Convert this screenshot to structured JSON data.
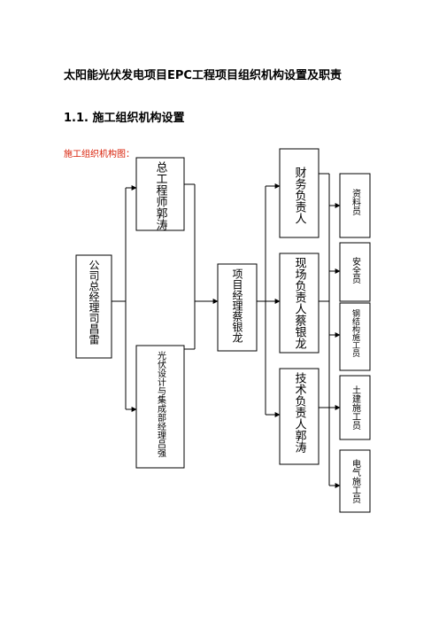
{
  "document": {
    "title": "太阳能光伏发电项目EPC工程项目组织机构设置及职责",
    "section_heading": "1.1.  施工组织机构设置",
    "chart_caption": "施工组织机构图："
  },
  "org_chart": {
    "nodes": {
      "company_gm": "公司总经理司昌雷",
      "chief_engineer": "总工程师郭涛",
      "pv_design_manager": "光伏设计与集成部经理吕强",
      "project_manager": "项目经理蔡银龙",
      "finance_lead": "财务负责人",
      "site_lead": "现场负责人蔡银龙",
      "tech_lead": "技术负责人郭涛",
      "document_clerk": "资料员",
      "safety_officer": "安全员",
      "steel_structure_worker": "钢结构施工员",
      "civil_worker": "土建施工员",
      "electrical_worker": "电气施工员"
    },
    "colors": {
      "line": "#000000",
      "caption": "#d81e06"
    }
  }
}
